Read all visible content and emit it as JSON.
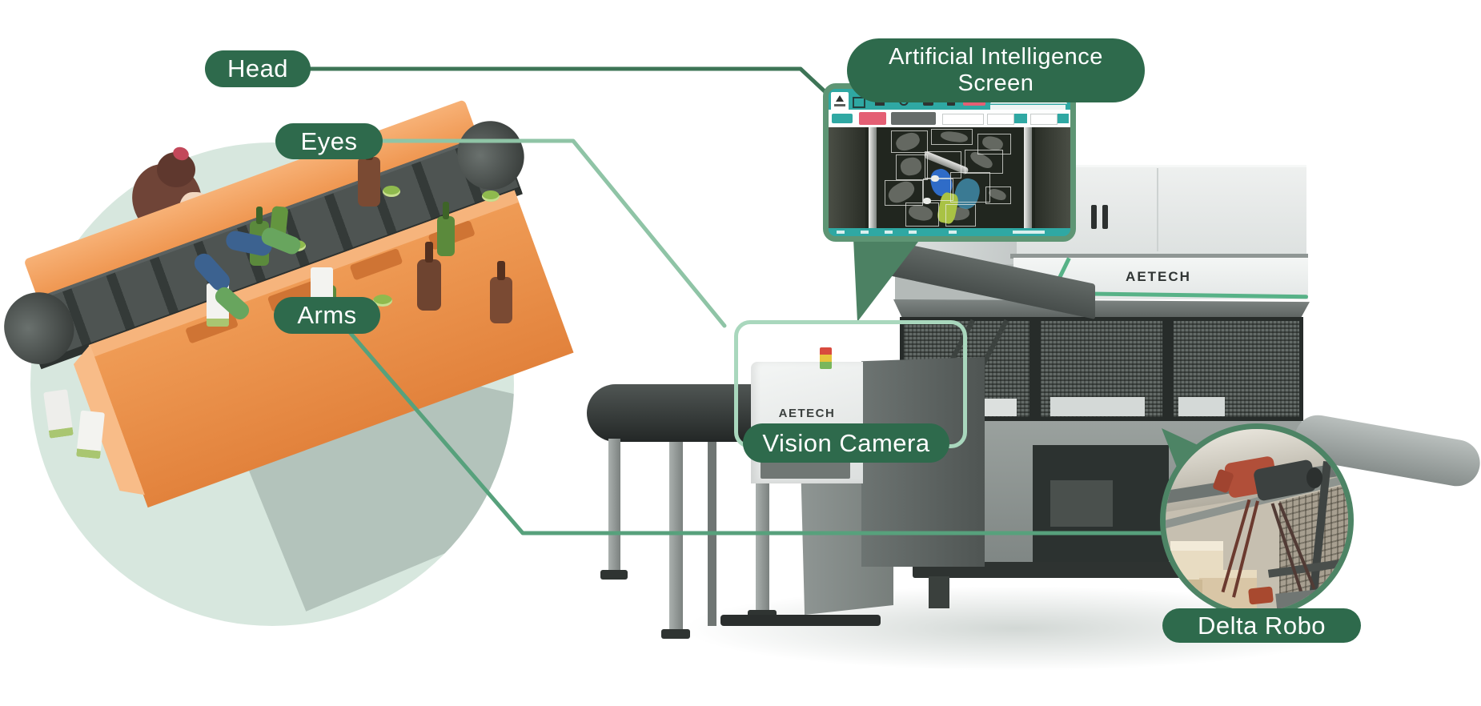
{
  "labels": {
    "head": "Head",
    "eyes": "Eyes",
    "arms": "Arms",
    "ai_screen": "Artificial Intelligence Screen",
    "vision_camera": "Vision Camera",
    "delta_robo": "Delta Robo"
  },
  "brand": {
    "name": "AETECH"
  },
  "colors": {
    "label_pill_green": "#2e6a4c",
    "connector_head": "#3d7456",
    "connector_eyes": "#8fc4a6",
    "connector_arms": "#57a17c",
    "inset_border_green": "#5e9574",
    "highlight_box_green": "#a9d7bd",
    "delta_circle_border": "#4d8465",
    "screen_toolbar_teal": "#2fa8a3",
    "screen_button_pink": "#e45f74",
    "worker_circle_bg": "#d7e7de",
    "conveyor_orange": "#ef9a54",
    "stack_light": [
      "#d84a3e",
      "#e6c43c",
      "#79b65c"
    ]
  }
}
